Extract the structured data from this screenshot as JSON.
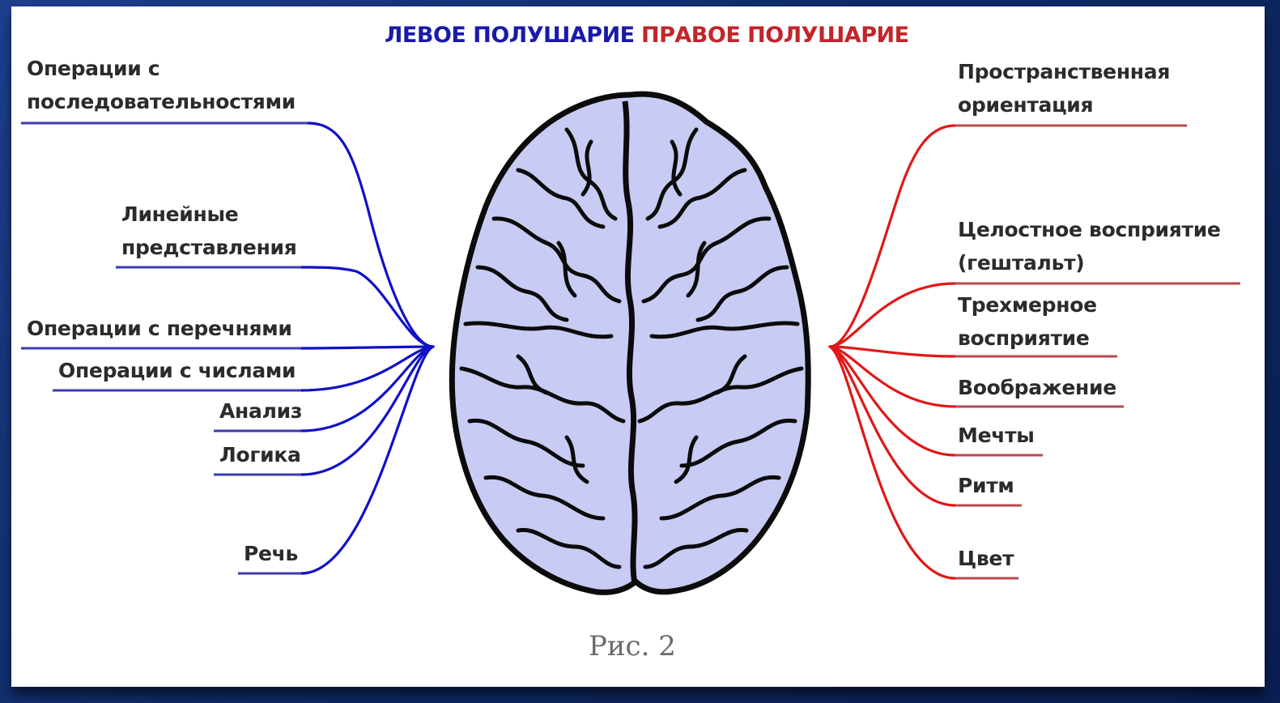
{
  "headers": {
    "left": "ЛЕВОЕ ПОЛУШАРИЕ",
    "right": "ПРАВОЕ ПОЛУШАРИЕ"
  },
  "colors": {
    "left": "#1010c8",
    "right": "#e01818",
    "brain_fill": "#c8ccf4",
    "brain_outline": "#0b0b0b",
    "slide_background": "#163679"
  },
  "left_items": [
    {
      "line1": "Операции с",
      "line2": "последовательностями"
    },
    {
      "line1": "Линейные",
      "line2": "представления"
    },
    {
      "line1": "Операции с перечнями",
      "line2": ""
    },
    {
      "line1": "Операции с числами",
      "line2": ""
    },
    {
      "line1": "Анализ",
      "line2": ""
    },
    {
      "line1": "Логика",
      "line2": ""
    },
    {
      "line1": "Речь",
      "line2": ""
    }
  ],
  "right_items": [
    {
      "line1": "Пространственная",
      "line2": "ориентация"
    },
    {
      "line1": "Целостное восприятие",
      "line2": "(гештальт)"
    },
    {
      "line1": "Трехмерное",
      "line2": "восприятие"
    },
    {
      "line1": "Воображение",
      "line2": ""
    },
    {
      "line1": "Мечты",
      "line2": ""
    },
    {
      "line1": "Ритм",
      "line2": ""
    },
    {
      "line1": "Цвет",
      "line2": ""
    }
  ],
  "caption": "Рис. 2"
}
